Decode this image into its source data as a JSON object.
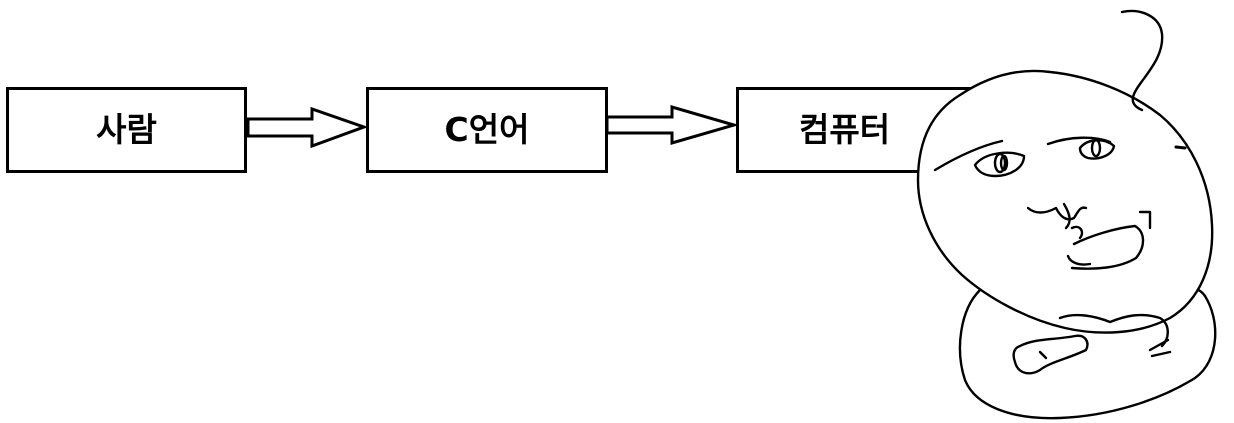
{
  "diagram": {
    "nodes": [
      {
        "id": "person",
        "label": "사람"
      },
      {
        "id": "c_language",
        "label": "C언어"
      },
      {
        "id": "computer",
        "label": "컴퓨터"
      }
    ],
    "edges": [
      {
        "from": "person",
        "to": "c_language"
      },
      {
        "from": "c_language",
        "to": "computer"
      }
    ],
    "decoration": {
      "icon": "confused-face-sketch-icon"
    }
  }
}
